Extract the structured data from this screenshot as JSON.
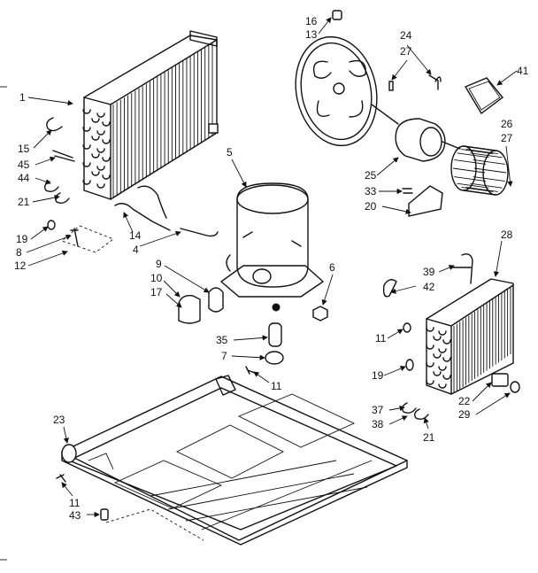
{
  "callouts": {
    "c1": "1",
    "c15": "15",
    "c45": "45",
    "c44": "44",
    "c21a": "21",
    "c19a": "19",
    "c8": "8",
    "c12": "12",
    "c14": "14",
    "c4": "4",
    "c5": "5",
    "c16": "16",
    "c13": "13",
    "c24": "24",
    "c27a": "27",
    "c41": "41",
    "c26": "26",
    "c27b": "27",
    "c25": "25",
    "c33": "33",
    "c20": "20",
    "c9": "9",
    "c10": "10",
    "c17": "17",
    "c6": "6",
    "c39": "39",
    "c42": "42",
    "c28": "28",
    "c35": "35",
    "c7": "7",
    "c11a": "11",
    "c11b": "11",
    "c19b": "19",
    "c22": "22",
    "c29": "29",
    "c37": "37",
    "c38": "38",
    "c21b": "21",
    "c23": "23",
    "c11c": "11",
    "c43": "43"
  }
}
